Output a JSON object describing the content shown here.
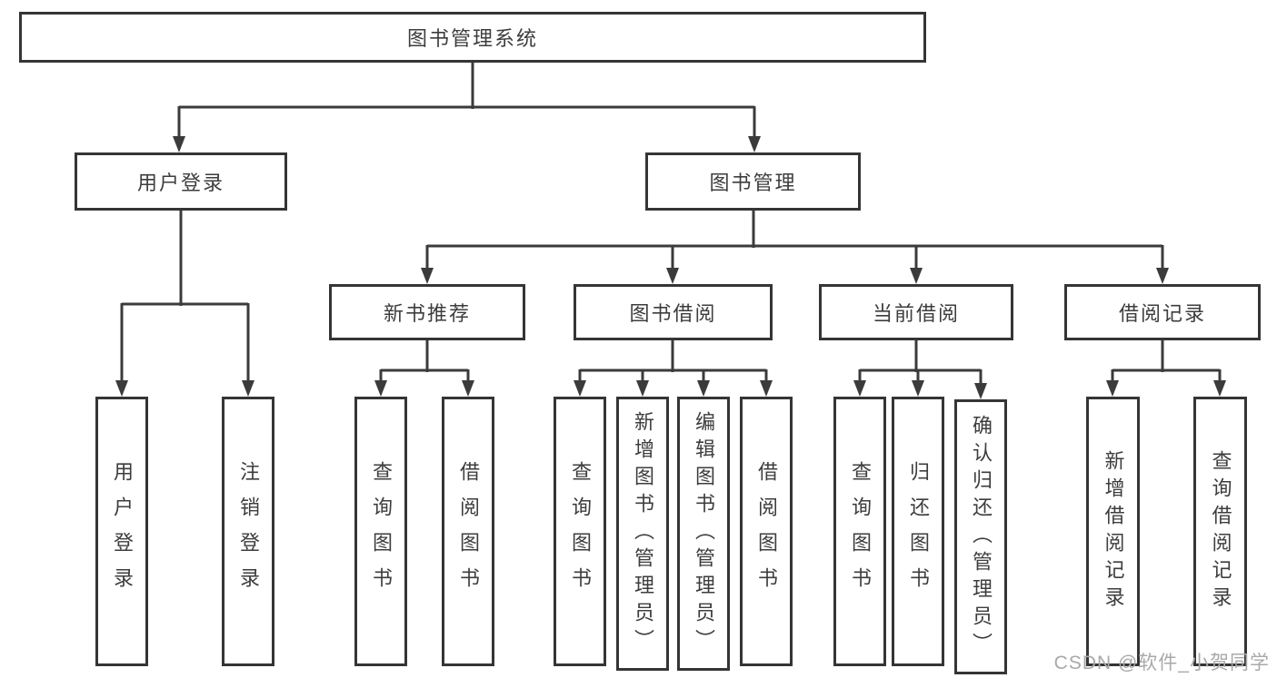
{
  "diagram": {
    "root": {
      "label": "图书管理系统"
    },
    "branches": {
      "user_login": {
        "label": "用户登录",
        "children": [
          {
            "label": "用户登录"
          },
          {
            "label": "注销登录"
          }
        ]
      },
      "book_management": {
        "label": "图书管理",
        "sections": [
          {
            "label": "新书推荐",
            "children": [
              {
                "label": "查询图书"
              },
              {
                "label": "借阅图书"
              }
            ]
          },
          {
            "label": "图书借阅",
            "children": [
              {
                "label": "查询图书"
              },
              {
                "label": "新增图书（管理员）"
              },
              {
                "label": "编辑图书（管理员）"
              },
              {
                "label": "借阅图书"
              }
            ]
          },
          {
            "label": "当前借阅",
            "children": [
              {
                "label": "查询图书"
              },
              {
                "label": "归还图书"
              },
              {
                "label": "确认归还（管理员）"
              }
            ]
          },
          {
            "label": "借阅记录",
            "children": [
              {
                "label": "新增借阅记录"
              },
              {
                "label": "查询借阅记录"
              }
            ]
          }
        ]
      }
    },
    "watermark": "CSDN @软件_小贺同学",
    "line_color": "#3b3b3b"
  }
}
